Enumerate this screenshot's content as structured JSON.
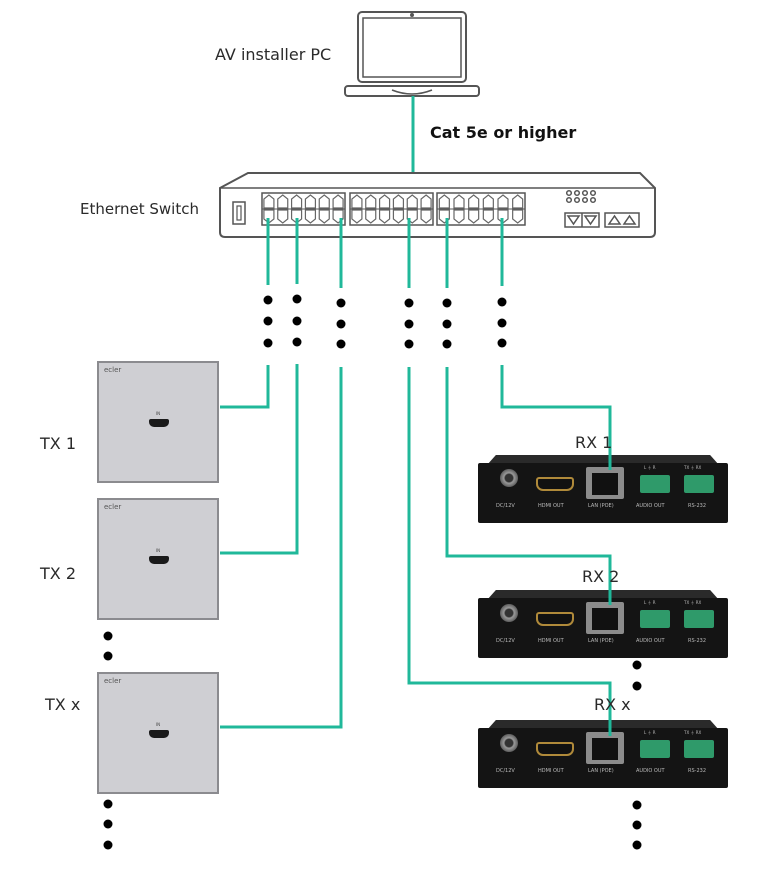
{
  "labels": {
    "pc": "AV installer PC",
    "cable": "Cat 5e or higher",
    "switch": "Ethernet Switch"
  },
  "transmitters": [
    {
      "label": "TX 1",
      "brand": "ecler",
      "port": "IN"
    },
    {
      "label": "TX 2",
      "brand": "ecler",
      "port": "IN"
    },
    {
      "label": "TX x",
      "brand": "ecler",
      "port": "IN"
    }
  ],
  "receivers": [
    {
      "label": "RX 1"
    },
    {
      "label": "RX 2"
    },
    {
      "label": "RX x"
    }
  ],
  "rx_panel": {
    "power": "DC/12V",
    "hdmi": "HDMI OUT",
    "lan": "LAN (POE)",
    "audio": "AUDIO OUT",
    "audio_pins": "L ⏚ R",
    "serial": "RS-232",
    "serial_pins": "TX ⏚ RX"
  },
  "colors": {
    "cable": "#20b89a",
    "tx_panel": "#cfcfd3",
    "rx_body": "#141414",
    "terminal": "#2f9a6a"
  }
}
